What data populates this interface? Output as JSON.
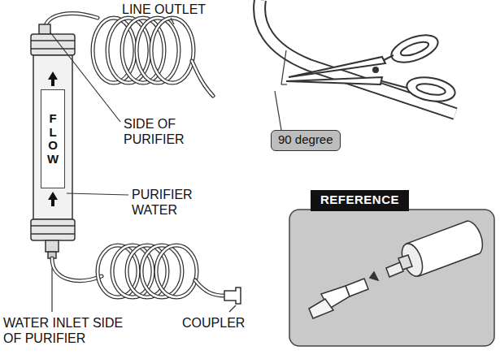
{
  "diagram": {
    "nodes": [
      {
        "text": [
          "FLOW"
        ]
      },
      {
        "text": [
          "90 degree"
        ]
      },
      {
        "text": [
          "REFERENCE"
        ]
      }
    ],
    "labels": [
      "LINE OUTLET",
      "SIDE OF PURIFIER",
      "PURIFIER WATER",
      "COUPLER",
      "WATER INLET SIDE OF PURIFIER"
    ]
  }
}
